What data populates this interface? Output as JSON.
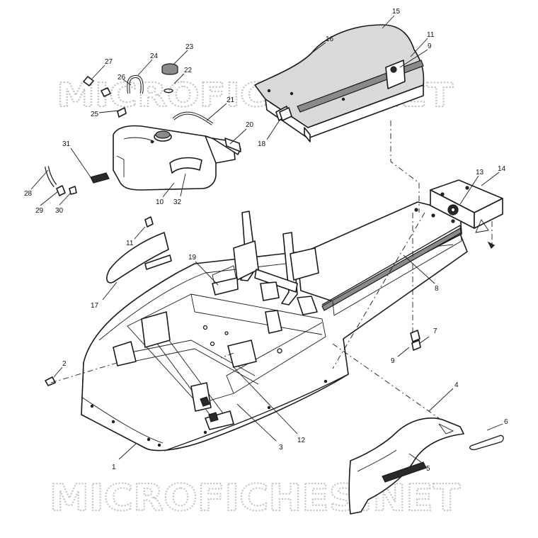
{
  "watermark": {
    "top_text": "MICROFICHES.NET",
    "bottom_text": "MICROFICHES.NET"
  },
  "callouts": [
    {
      "id": "c1",
      "label": "1"
    },
    {
      "id": "c2",
      "label": "2"
    },
    {
      "id": "c3",
      "label": "3"
    },
    {
      "id": "c4",
      "label": "4"
    },
    {
      "id": "c5",
      "label": "5"
    },
    {
      "id": "c6",
      "label": "6"
    },
    {
      "id": "c7",
      "label": "7"
    },
    {
      "id": "c8",
      "label": "8"
    },
    {
      "id": "c9a",
      "label": "9"
    },
    {
      "id": "c9b",
      "label": "9"
    },
    {
      "id": "c10",
      "label": "10"
    },
    {
      "id": "c11a",
      "label": "11"
    },
    {
      "id": "c11b",
      "label": "11"
    },
    {
      "id": "c12",
      "label": "12"
    },
    {
      "id": "c13",
      "label": "13"
    },
    {
      "id": "c14",
      "label": "14"
    },
    {
      "id": "c15",
      "label": "15"
    },
    {
      "id": "c16",
      "label": "16"
    },
    {
      "id": "c17",
      "label": "17"
    },
    {
      "id": "c18",
      "label": "18"
    },
    {
      "id": "c19",
      "label": "19"
    },
    {
      "id": "c20",
      "label": "20"
    },
    {
      "id": "c21",
      "label": "21"
    },
    {
      "id": "c22",
      "label": "22"
    },
    {
      "id": "c23",
      "label": "23"
    },
    {
      "id": "c24",
      "label": "24"
    },
    {
      "id": "c25",
      "label": "25"
    },
    {
      "id": "c26",
      "label": "26"
    },
    {
      "id": "c27",
      "label": "27"
    },
    {
      "id": "c28",
      "label": "28"
    },
    {
      "id": "c29",
      "label": "29"
    },
    {
      "id": "c30",
      "label": "30"
    },
    {
      "id": "c31",
      "label": "31"
    },
    {
      "id": "c32",
      "label": "32"
    }
  ]
}
